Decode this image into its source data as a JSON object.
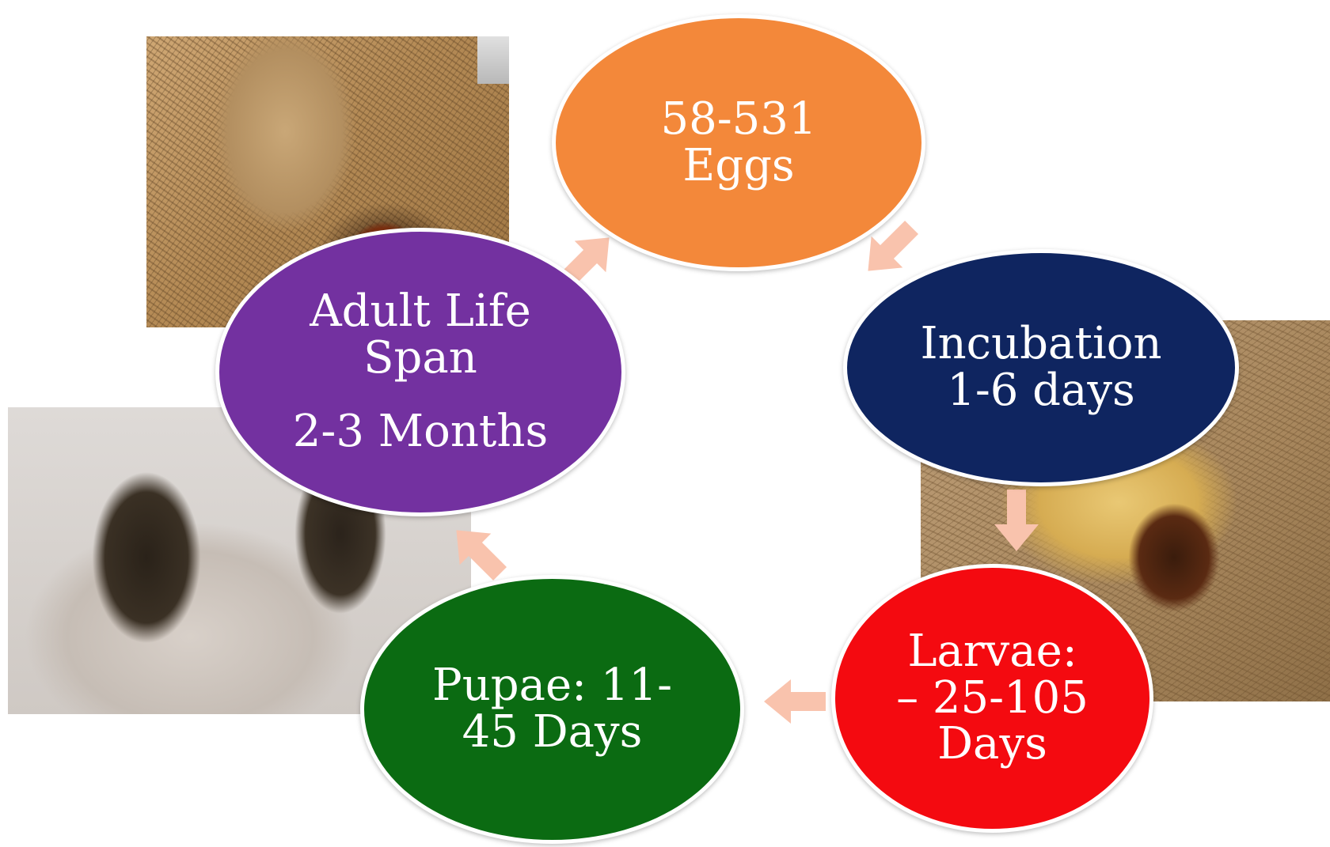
{
  "stages": {
    "eggs": {
      "line1": "58-531",
      "line2": "Eggs"
    },
    "incubation": {
      "line1": "Incubation",
      "line2": "1-6 days"
    },
    "larvae": {
      "line1": "Larvae:",
      "line2": "– 25-105",
      "line3": "Days"
    },
    "pupae": {
      "line1": "Pupae: 11-",
      "line2": "45 Days"
    },
    "adult": {
      "line1": "Adult Life",
      "line2": "Span",
      "line3": "2-3 Months"
    }
  },
  "colors": {
    "eggs": "#f3883a",
    "incubation": "#0f2560",
    "larvae": "#f40a10",
    "pupae": "#0b6b12",
    "adult": "#7331a0",
    "arrow": "#f9c3ad"
  }
}
